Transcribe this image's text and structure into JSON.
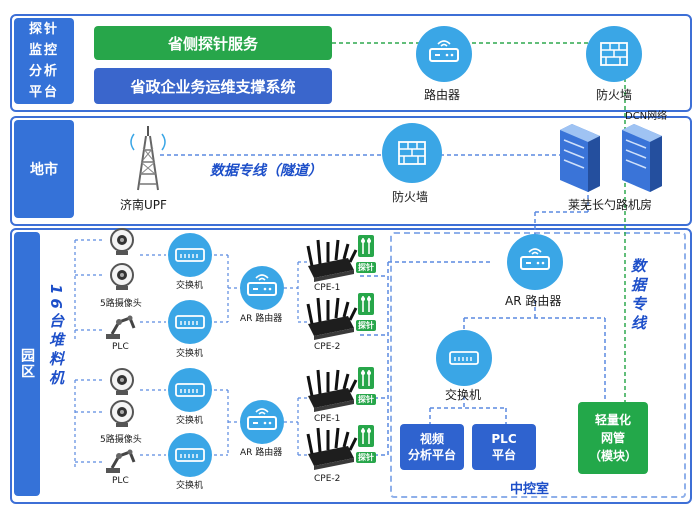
{
  "bands": {
    "probe_platform": "探针监控分析平台",
    "city": "地市",
    "park": "园区"
  },
  "services": {
    "probe_service": "省侧探针服务",
    "ops_system": "省政企业务运维支撑系统"
  },
  "nodes": {
    "router_top": "路由器",
    "firewall_top": "防火墙",
    "dcn": "DCN网络",
    "firewall_city": "防火墙",
    "upf": "济南UPF",
    "datacenter": "莱芜长勺路机房",
    "ar_router_main": "AR 路由器",
    "switch_main": "交换机",
    "video_platform": "视频\n分析平台",
    "plc_platform": "PLC\n平台",
    "light_nms": "轻量化\n网管\n（模块）",
    "control_room": "中控室",
    "stockyard": "16台堆料机"
  },
  "links": {
    "dedicated_tunnel": "数据专线（隧道）",
    "dedicated_line": "数据专线"
  },
  "stacks": [
    {
      "camera": "5路摄像头",
      "plc": "PLC",
      "switch1": "交换机",
      "switch2": "交换机",
      "ar": "AR 路由器",
      "cpe1": "CPE-1",
      "cpe2": "CPE-2",
      "probe": "探针"
    },
    {
      "camera": "5路摄像头",
      "plc": "PLC",
      "switch1": "交换机",
      "switch2": "交换机",
      "ar": "AR 路由器",
      "cpe1": "CPE-1",
      "cpe2": "CPE-2",
      "probe": "探针"
    }
  ],
  "colors": {
    "band_border": "#3d6fd6",
    "band_label": "#3572d8",
    "green_service": "#27a64a",
    "blue_service": "#3a66cc",
    "icon_circle": "#3aa6e6",
    "dash_blue": "#5b8ae0",
    "dash_green": "#2fa84f"
  }
}
